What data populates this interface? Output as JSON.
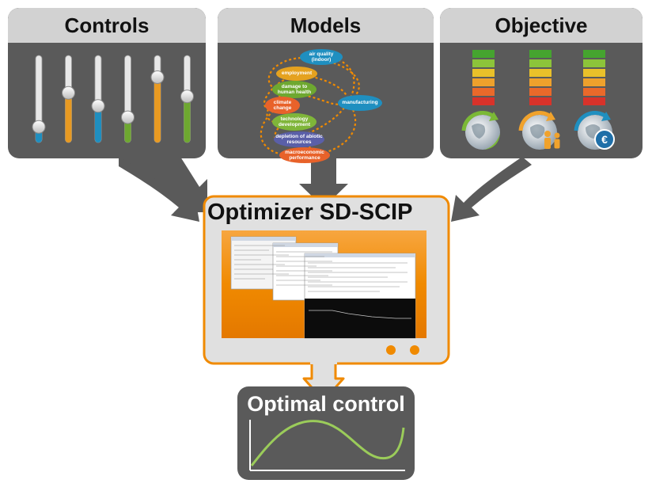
{
  "panels": {
    "controls": {
      "title": "Controls"
    },
    "models": {
      "title": "Models"
    },
    "objective": {
      "title": "Objective"
    }
  },
  "sliders": [
    {
      "color": "#1f8fc0",
      "level": 0.18
    },
    {
      "color": "#e89a22",
      "level": 0.57
    },
    {
      "color": "#1f8fc0",
      "level": 0.42
    },
    {
      "color": "#6ea830",
      "level": 0.29
    },
    {
      "color": "#e89a22",
      "level": 0.75
    },
    {
      "color": "#6ea830",
      "level": 0.53
    }
  ],
  "models": {
    "nodes": [
      {
        "id": "air-quality",
        "label": "air quality (indoor)",
        "color": "#1f8fc0"
      },
      {
        "id": "employment",
        "label": "employment",
        "color": "#e5a21f"
      },
      {
        "id": "damage-health",
        "label": "damage to human health",
        "color": "#6ea830"
      },
      {
        "id": "manufacturing",
        "label": "manufacturing",
        "color": "#1f8fc0"
      },
      {
        "id": "climate-change",
        "label": "climate change",
        "color": "#e8622a"
      },
      {
        "id": "technology",
        "label": "technology development",
        "color": "#7fb539"
      },
      {
        "id": "depletion",
        "label": "depletion of abiotic resources",
        "color": "#5a5fa8"
      },
      {
        "id": "macroeconomic",
        "label": "macroeconomic performance",
        "color": "#e8622a"
      }
    ]
  },
  "objective": {
    "bar_colors": [
      "#45a42f",
      "#8cc43a",
      "#e9c12a",
      "#eea12c",
      "#e9692a",
      "#d8322a"
    ],
    "icons": [
      {
        "name": "globe-recycle-icon"
      },
      {
        "name": "globe-people-icon"
      },
      {
        "name": "globe-euro-icon"
      }
    ]
  },
  "optimizer": {
    "title": "Optimizer SD-SCIP"
  },
  "optimal": {
    "title": "Optimal control"
  },
  "colors": {
    "panel": "#5a5a5a",
    "header": "#d2d2d2",
    "accent": "#f08a00"
  }
}
